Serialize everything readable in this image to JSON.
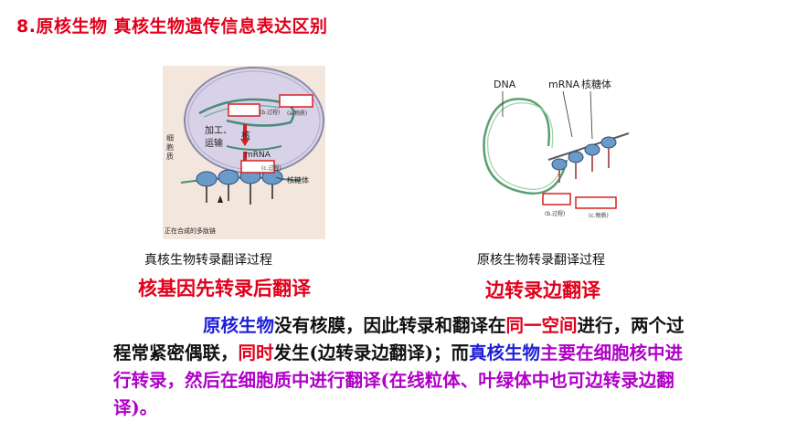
{
  "title": "8.原核生物 真核生物遗传信息表达区别",
  "left_figure": {
    "cytoplasm_label": "细\n胞\n质",
    "process_label": "加工、\n运输",
    "nucleus_label": "核",
    "mrna_label": "mRNA",
    "ribosome_label": "核糖体",
    "polypeptide_label": "正在合成的多肽链",
    "blank_a": "(a.物质)",
    "blank_b": "(b.过程)",
    "blank_c": "(c.过程)",
    "caption": "真核生物转录翻译过程",
    "summary": "核基因先转录后翻译"
  },
  "right_figure": {
    "dna_label": "DNA",
    "mrna_label": "mRNA",
    "ribosome_label": "核糖体",
    "blank_b": "(b.过程)",
    "blank_c": "(c.物质)",
    "caption": "原核生物转录翻译过程",
    "summary": "边转录边翻译"
  },
  "paragraph": {
    "s1": "原核生物",
    "s2": "没有核膜，因此转录和翻译在",
    "s3": "同一空间",
    "s4": "进行，两个过程常紧密偶联，",
    "s5": "同时",
    "s6": "发生(边转录边翻译)；",
    "s7": "而",
    "s8": "真核生物",
    "s9": "主要在细胞核中进行转录，然后在细胞质中进行翻译(在线粒体、叶绿体中也可边转录边翻译)。"
  },
  "colors": {
    "red": "#e0001b",
    "blue": "#2020d8",
    "purple": "#b000c8"
  }
}
